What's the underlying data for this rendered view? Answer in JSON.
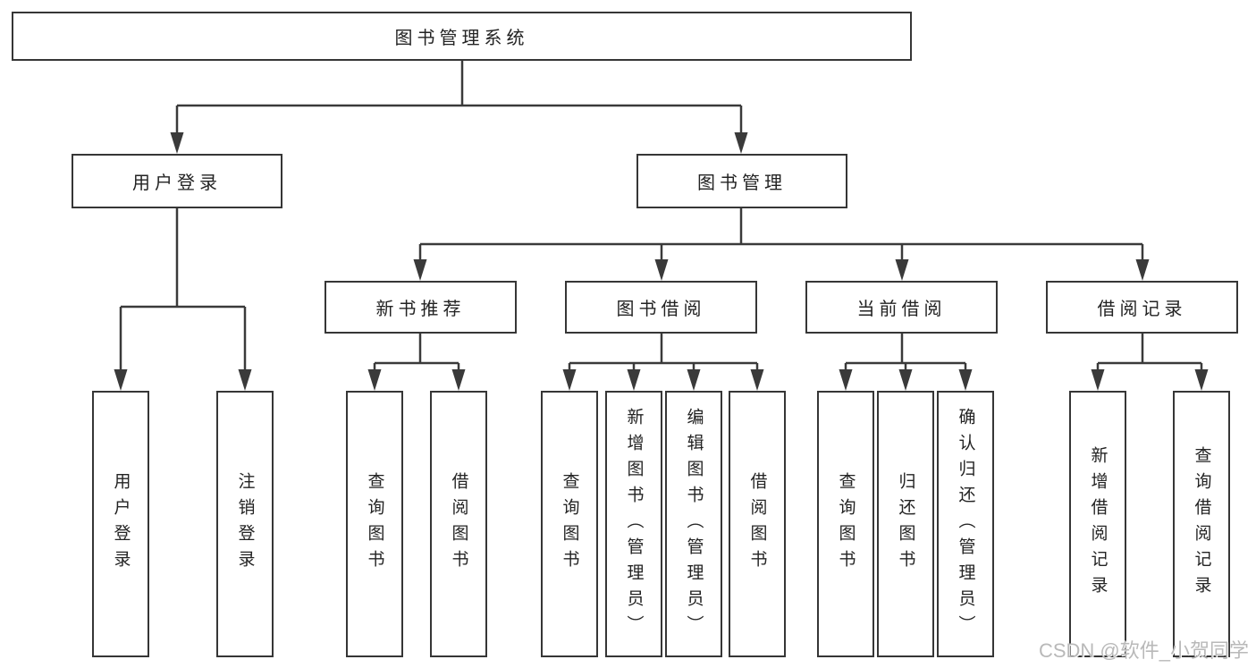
{
  "diagram": {
    "root": {
      "label": "图书管理系统"
    },
    "level2": [
      {
        "label": "用户登录"
      },
      {
        "label": "图书管理"
      }
    ],
    "level3": [
      {
        "label": "新书推荐"
      },
      {
        "label": "图书借阅"
      },
      {
        "label": "当前借阅"
      },
      {
        "label": "借阅记录"
      }
    ],
    "leaves": [
      {
        "label": "用户登录"
      },
      {
        "label": "注销登录"
      },
      {
        "label": "查询图书"
      },
      {
        "label": "借阅图书"
      },
      {
        "label": "查询图书"
      },
      {
        "label": "新增图书（管理员）"
      },
      {
        "label": "编辑图书（管理员）"
      },
      {
        "label": "借阅图书"
      },
      {
        "label": "查询图书"
      },
      {
        "label": "归还图书"
      },
      {
        "label": "确认归还（管理员）"
      },
      {
        "label": "新增借阅记录"
      },
      {
        "label": "查询借阅记录"
      }
    ],
    "colors": {
      "line": "#3a3a3a",
      "box_border": "#363636",
      "text": "#232323",
      "watermark": "#b9b9b9"
    },
    "watermark": "CSDN @软件_小贺同学"
  }
}
